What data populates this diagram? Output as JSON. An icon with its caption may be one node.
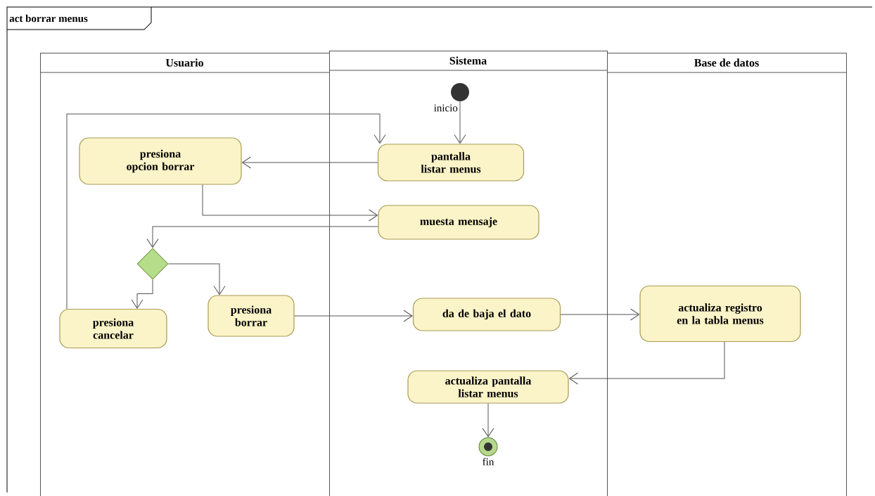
{
  "diagram": {
    "nodes": [
      {
        "text": [
          "act borrar menus"
        ]
      },
      {
        "text": [
          "Usuario"
        ],
        "in": 0
      },
      {
        "text": [
          "Sistema"
        ],
        "in": 0
      },
      {
        "text": [
          "Base de datos"
        ],
        "in": 0
      },
      {
        "text": [],
        "shape": "circle",
        "beside": [
          "inicio"
        ],
        "in": 2
      },
      {
        "text": [
          "pantalla listar menus"
        ],
        "in": 2
      },
      {
        "text": [
          "presiona opcion borrar"
        ],
        "in": 1
      },
      {
        "text": [
          "muesta mensaje"
        ],
        "in": 2
      },
      {
        "text": [],
        "shape": "diamond",
        "in": 1
      },
      {
        "text": [
          "presiona cancelar"
        ],
        "in": 1
      },
      {
        "text": [
          "presiona borrar"
        ],
        "in": 1
      },
      {
        "text": [
          "da de baja el dato"
        ],
        "in": 2
      },
      {
        "text": [
          "actualiza registro en la tabla menus"
        ],
        "in": 3
      },
      {
        "text": [
          "actualiza pantalla listar menus"
        ],
        "in": 2
      },
      {
        "text": [],
        "shape": "circle",
        "beside": [
          "fin"
        ],
        "in": 2
      }
    ],
    "edges": [
      {
        "from": 4,
        "to": 5,
        "arrow": "to"
      },
      {
        "from": 5,
        "to": 6,
        "arrow": "to"
      },
      {
        "from": 6,
        "to": 7,
        "arrow": "to"
      },
      {
        "from": 7,
        "to": 8,
        "arrow": "to"
      },
      {
        "from": 8,
        "to": 9,
        "arrow": "to"
      },
      {
        "from": 8,
        "to": 10,
        "arrow": "to"
      },
      {
        "from": 9,
        "to": 5,
        "arrow": "to"
      },
      {
        "from": 10,
        "to": 11,
        "arrow": "to"
      },
      {
        "from": 11,
        "to": 12,
        "arrow": "to"
      },
      {
        "from": 12,
        "to": 13,
        "arrow": "to"
      },
      {
        "from": 13,
        "to": 14,
        "arrow": "to"
      }
    ]
  }
}
